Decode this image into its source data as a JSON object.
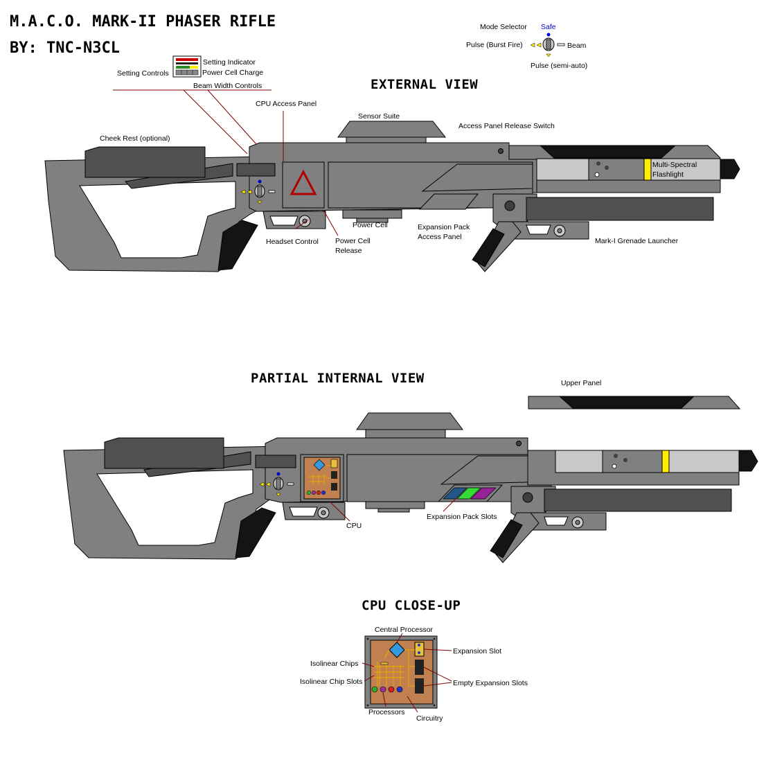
{
  "header": {
    "title": "M.A.C.O. MARK-II PHASER RIFLE",
    "author": "BY: TNC-N3CL"
  },
  "legend": {
    "mode_selector": "Mode Selector",
    "safe": "Safe",
    "burst": "Pulse (Burst Fire)",
    "beam": "Beam",
    "semi": "Pulse (semi-auto)",
    "setting_indicator": "Setting Indicator",
    "power_cell_charge": "Power Cell Charge",
    "setting_controls": "Setting Controls",
    "beam_width_controls": "Beam Width Controls",
    "safe_color": "#0000cc"
  },
  "external": {
    "heading": "EXTERNAL VIEW",
    "cpu_access_panel": "CPU Access Panel",
    "sensor_suite": "Sensor Suite",
    "access_panel_release": "Access Panel Release Switch",
    "cheek_rest": "Cheek Rest (optional)",
    "flashlight_line1": "Multi-Spectral",
    "flashlight_line2": "Flashlight",
    "power_cell": "Power Cell",
    "expansion_pack_line1": "Expansion Pack",
    "expansion_pack_line2": "Access Panel",
    "headset_control": "Headset Control",
    "power_cell_release_line1": "Power Cell",
    "power_cell_release_line2": "Release",
    "grenade_launcher": "Mark-I Grenade Launcher"
  },
  "internal": {
    "heading": "PARTIAL INTERNAL VIEW",
    "upper_panel": "Upper Panel",
    "cpu": "CPU",
    "expansion_pack_slots": "Expansion Pack Slots"
  },
  "closeup": {
    "heading": "CPU CLOSE-UP",
    "central_processor": "Central Processor",
    "expansion_slot": "Expansion Slot",
    "isolinear_chips": "Isolinear Chips",
    "isolinear_chip_slots": "Isolinear Chip Slots",
    "empty_expansion_slots": "Empty Expansion Slots",
    "processors": "Processors",
    "circuitry": "Circuitry"
  },
  "colors": {
    "body": "#808080",
    "dark_panel": "#505050",
    "barrel": "#c8c8c8",
    "cpu_board": "#c08050",
    "circuit": "#e8a800",
    "flash_yellow": "#ffee00",
    "leader_line": "#800000"
  }
}
